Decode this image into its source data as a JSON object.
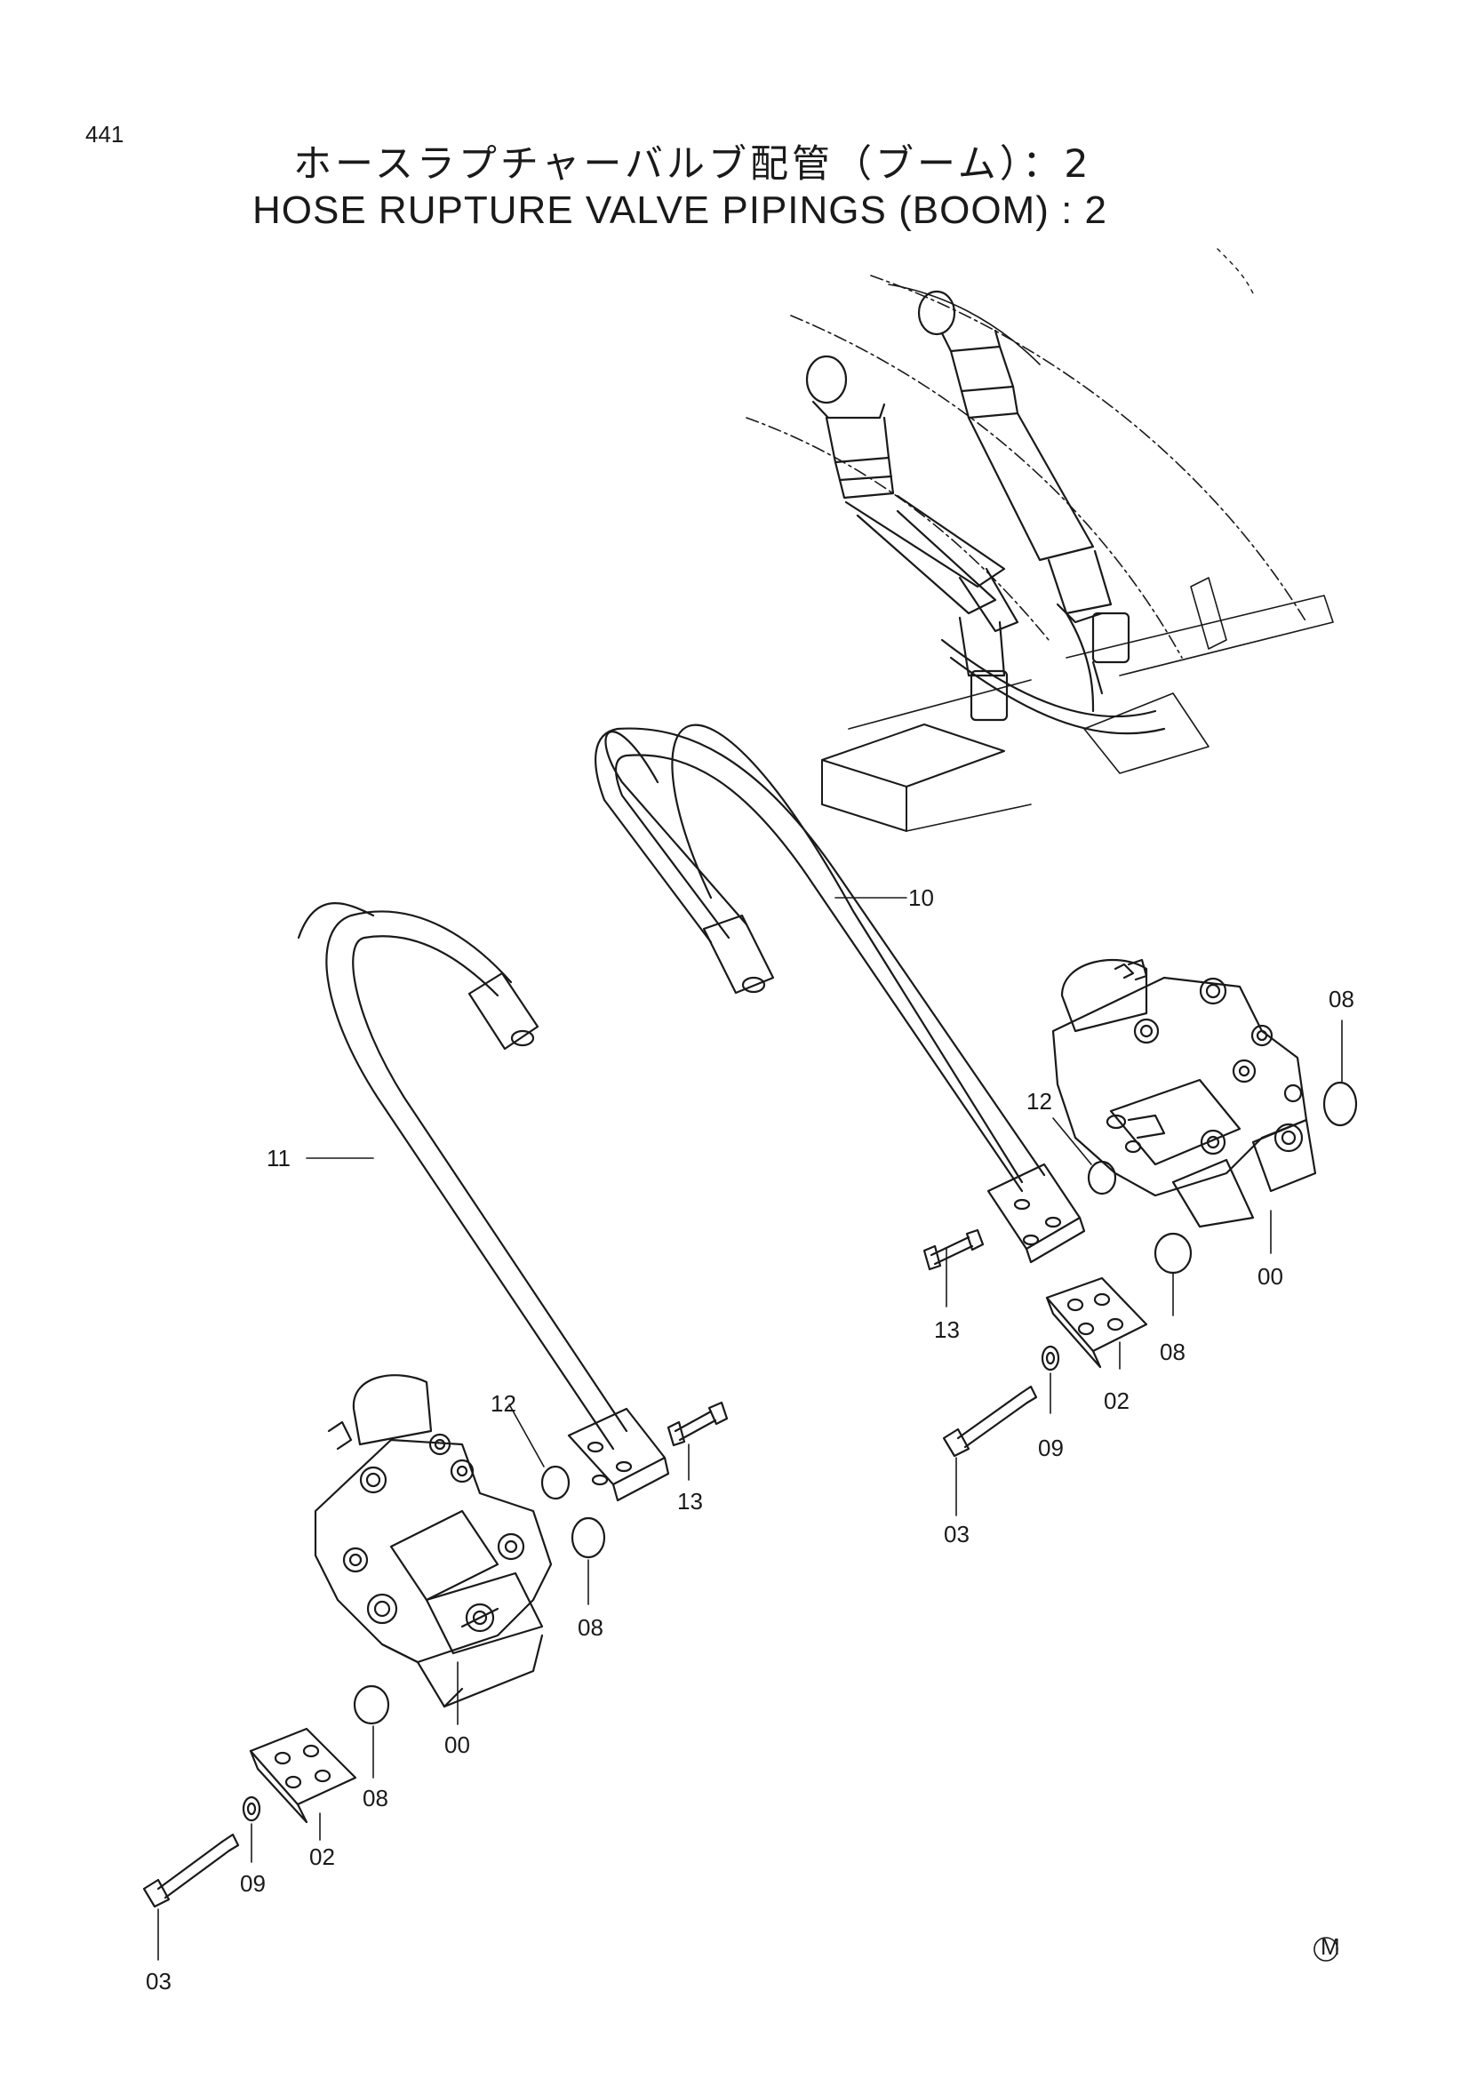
{
  "page_number": "441",
  "title_jp": "ホースラプチャーバルブ配管（ブーム）：2",
  "title_en": "HOSE RUPTURE VALVE PIPINGS (BOOM) : 2",
  "callouts": {
    "valve_assembly_upper": "00",
    "valve_assembly_lower": "00",
    "flange_upper": "02",
    "flange_lower": "02",
    "bolt_upper": "03",
    "bolt_lower": "03",
    "o_ring_upper_a": "08",
    "o_ring_upper_b": "08",
    "o_ring_lower_a": "08",
    "o_ring_lower_b": "08",
    "washer_upper": "09",
    "washer_lower": "09",
    "pipe_10": "10",
    "pipe_11": "11",
    "o_ring_12_upper": "12",
    "o_ring_12_lower": "12",
    "bolt_13_upper": "13",
    "bolt_13_lower": "13"
  },
  "maker_mark": "M"
}
